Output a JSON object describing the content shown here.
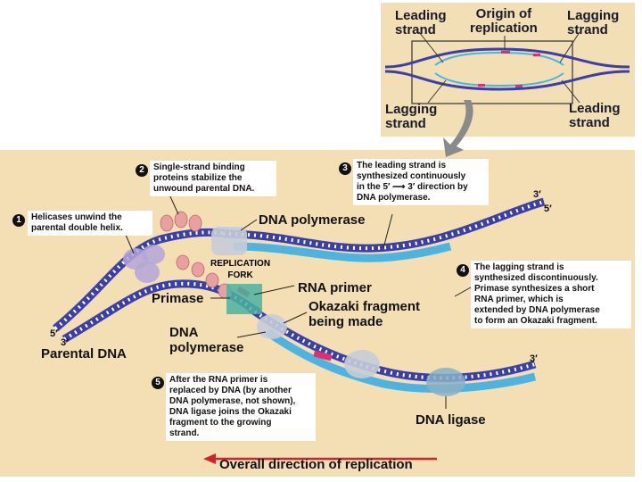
{
  "inset": {
    "leading_left": "Leading\nstrand",
    "origin": "Origin of\nreplication",
    "lagging_right": "Lagging\nstrand",
    "lagging_left": "Lagging\nstrand",
    "leading_right": "Leading\nstrand"
  },
  "steps": [
    {
      "num": "1",
      "text": "Helicases unwind the\nparental double helix."
    },
    {
      "num": "2",
      "text": "Single-strand binding\nproteins stabilize the\nunwound parental DNA."
    },
    {
      "num": "3",
      "text": "The leading strand is\nsynthesized continuously\nin the 5′ ⟶ 3′ direction by\nDNA polymerase."
    },
    {
      "num": "4",
      "text": "The lagging strand is\nsynthesized discontinuously.\nPrimase synthesizes a short\nRNA primer, which is\nextended by DNA polymerase\nto form an Okazaki fragment."
    },
    {
      "num": "5",
      "text": "After the RNA primer is\nreplaced by DNA (by another\nDNA polymerase, not shown),\nDNA ligase joins the Okazaki\nfragment to the growing\nstrand."
    }
  ],
  "labels": {
    "dna_polymerase_top": "DNA polymerase",
    "replication_fork": "REPLICATION\nFORK",
    "rna_primer": "RNA primer",
    "primase": "Primase",
    "okazaki": "Okazaki fragment\nbeing made",
    "dna_polymerase_bottom": "DNA\npolymerase",
    "parental_dna": "Parental DNA",
    "dna_ligase": "DNA ligase",
    "overall_direction": "Overall direction of replication"
  },
  "ends": {
    "top_right_3": "3′",
    "top_right_5": "5′",
    "left_5": "5′",
    "left_3": "3′",
    "bottom_right_3": "3′"
  },
  "colors": {
    "parental": "#3b3fa8",
    "new_strand": "#4fb3e0",
    "rna_primer": "#e0306a",
    "primase": "#4bb3a0",
    "arrow": "#d42030"
  }
}
